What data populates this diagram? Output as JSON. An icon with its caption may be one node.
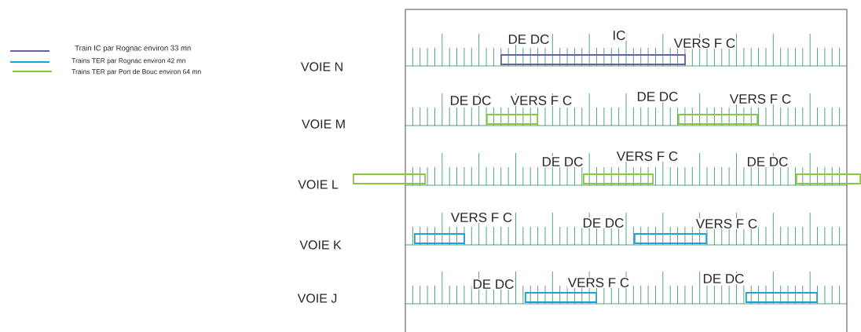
{
  "diagram": {
    "nodes": [
      {
        "text": [],
        "shape": "bar"
      },
      {
        "text": [],
        "shape": "bar"
      },
      {
        "text": [],
        "shape": "bar"
      },
      {
        "text": [],
        "shape": "bar"
      },
      {
        "text": [],
        "shape": "bar"
      },
      {
        "text": [],
        "shape": "bar"
      },
      {
        "text": [],
        "shape": "bar"
      },
      {
        "text": [],
        "shape": "bar"
      },
      {
        "text": [],
        "shape": "bar"
      },
      {
        "text": [],
        "shape": "bar"
      }
    ],
    "labels": [
      "DE DC",
      "IC",
      "VERS F C",
      "VOIE N",
      "DE DC",
      "VERS F C",
      "DE DC",
      "VERS F C",
      "VOIE M",
      "DE DC",
      "VERS F C",
      "DE DC",
      "VOIE L",
      "VERS F C",
      "DE DC",
      "VERS F C",
      "VOIE K",
      "DE DC",
      "VERS F C",
      "DE DC",
      "VOIE J"
    ],
    "legend": [
      {
        "text": "Train IC par Rognac environ 33 mn"
      },
      {
        "text": "Trains TER par Rognac environ 42 mn"
      },
      {
        "text": "Trains TER par Port de Bouc environ 64 mn"
      }
    ]
  }
}
